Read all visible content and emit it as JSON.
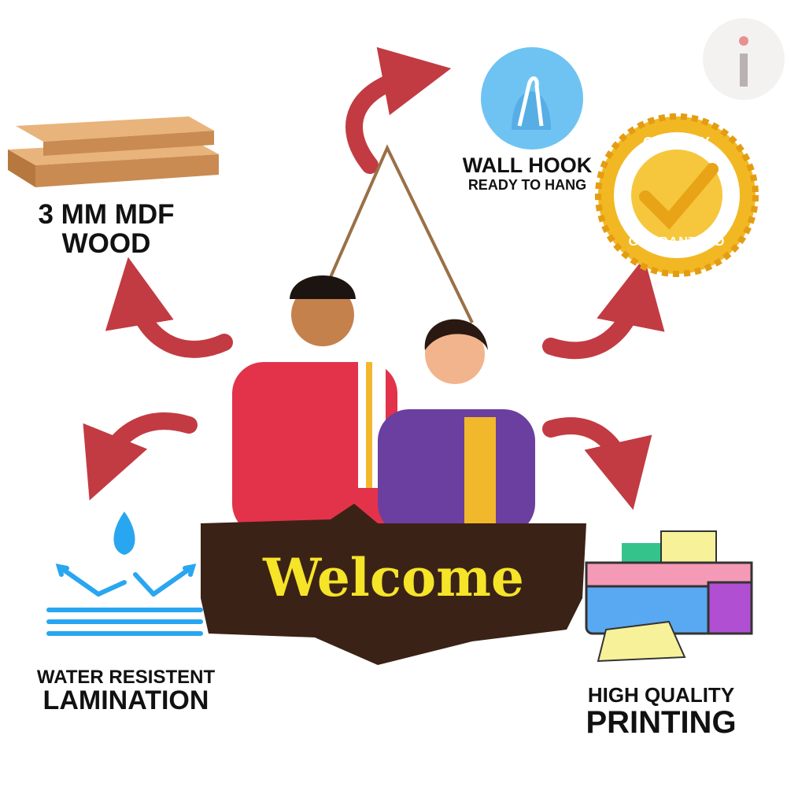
{
  "colors": {
    "arrow": "#c23b42",
    "wood": "#d9a064",
    "sign": "#3b2216",
    "welcome": "#f5e428",
    "water": "#29a6f0",
    "gold": "#f2b823"
  },
  "labels": {
    "mdf_line1": "3 MM MDF",
    "mdf_line2": "WOOD",
    "hook_title": "WALL HOOK",
    "hook_sub": "READY TO HANG",
    "quality_top": "QUALITY",
    "quality_bottom": "GUARANTEED",
    "water_line1": "WATER RESISTENT",
    "water_line2": "LAMINATION",
    "print_line1": "HIGH QUALITY",
    "print_line2": "PRINTING"
  },
  "sign": {
    "text": "Welcome"
  },
  "logo": {
    "letter": "i"
  }
}
